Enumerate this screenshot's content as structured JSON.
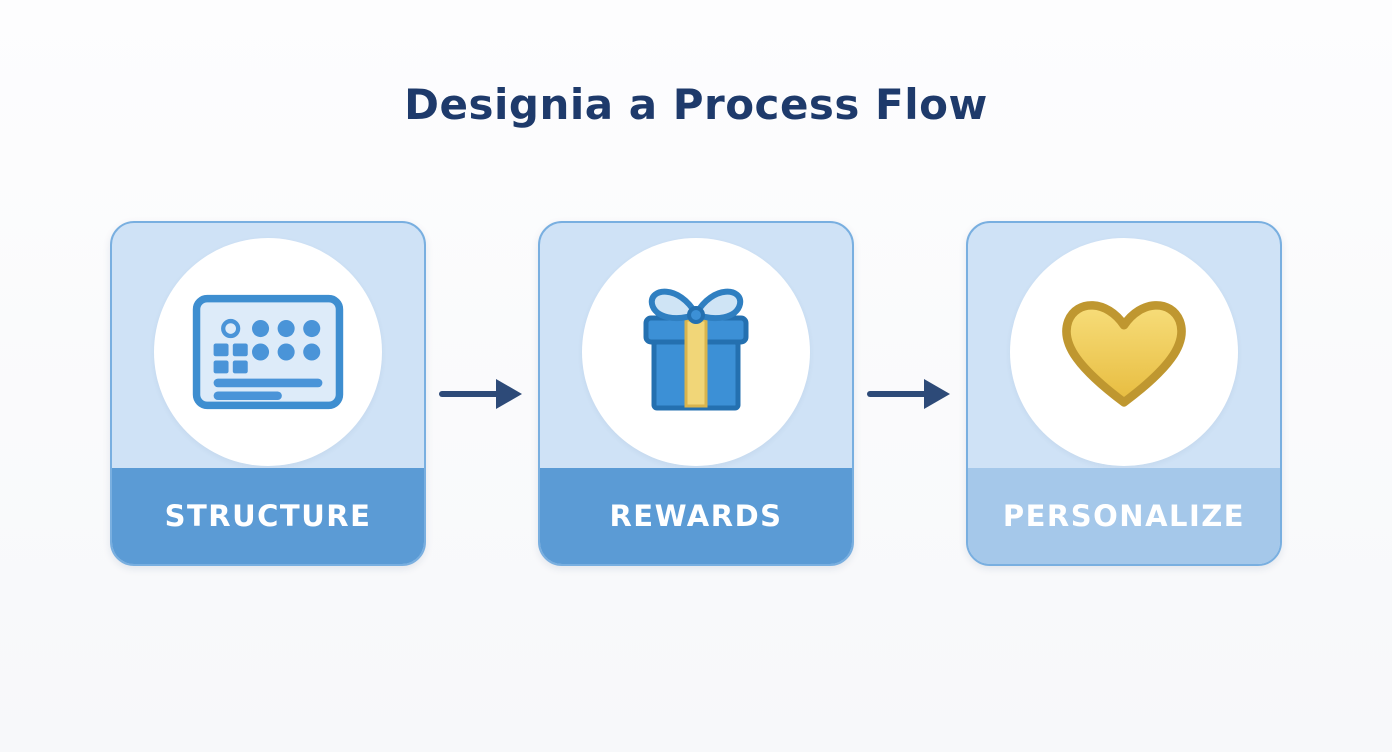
{
  "title": "Designia a Process Flow",
  "flow": {
    "steps": [
      {
        "label": "STRUCTURE",
        "icon": "keyboard-icon"
      },
      {
        "label": "REWARDS",
        "icon": "gift-icon"
      },
      {
        "label": "PERSONALIZE",
        "icon": "heart-icon"
      }
    ],
    "arrow_icon": "right-arrow-icon"
  },
  "colors": {
    "title_text": "#1e3a6b",
    "card_fill": "#cfe2f6",
    "card_border": "#79afe0",
    "band_primary": "#5b9bd5",
    "band_light": "#a5c8ea",
    "label_text": "#ffffff",
    "arrow": "#2d4a78",
    "icon_blue": "#3c90d6",
    "icon_blue_dark": "#2470b0",
    "ribbon_yellow": "#f1d678",
    "heart_gold": "#f1cd58",
    "heart_outline": "#bf9730"
  }
}
